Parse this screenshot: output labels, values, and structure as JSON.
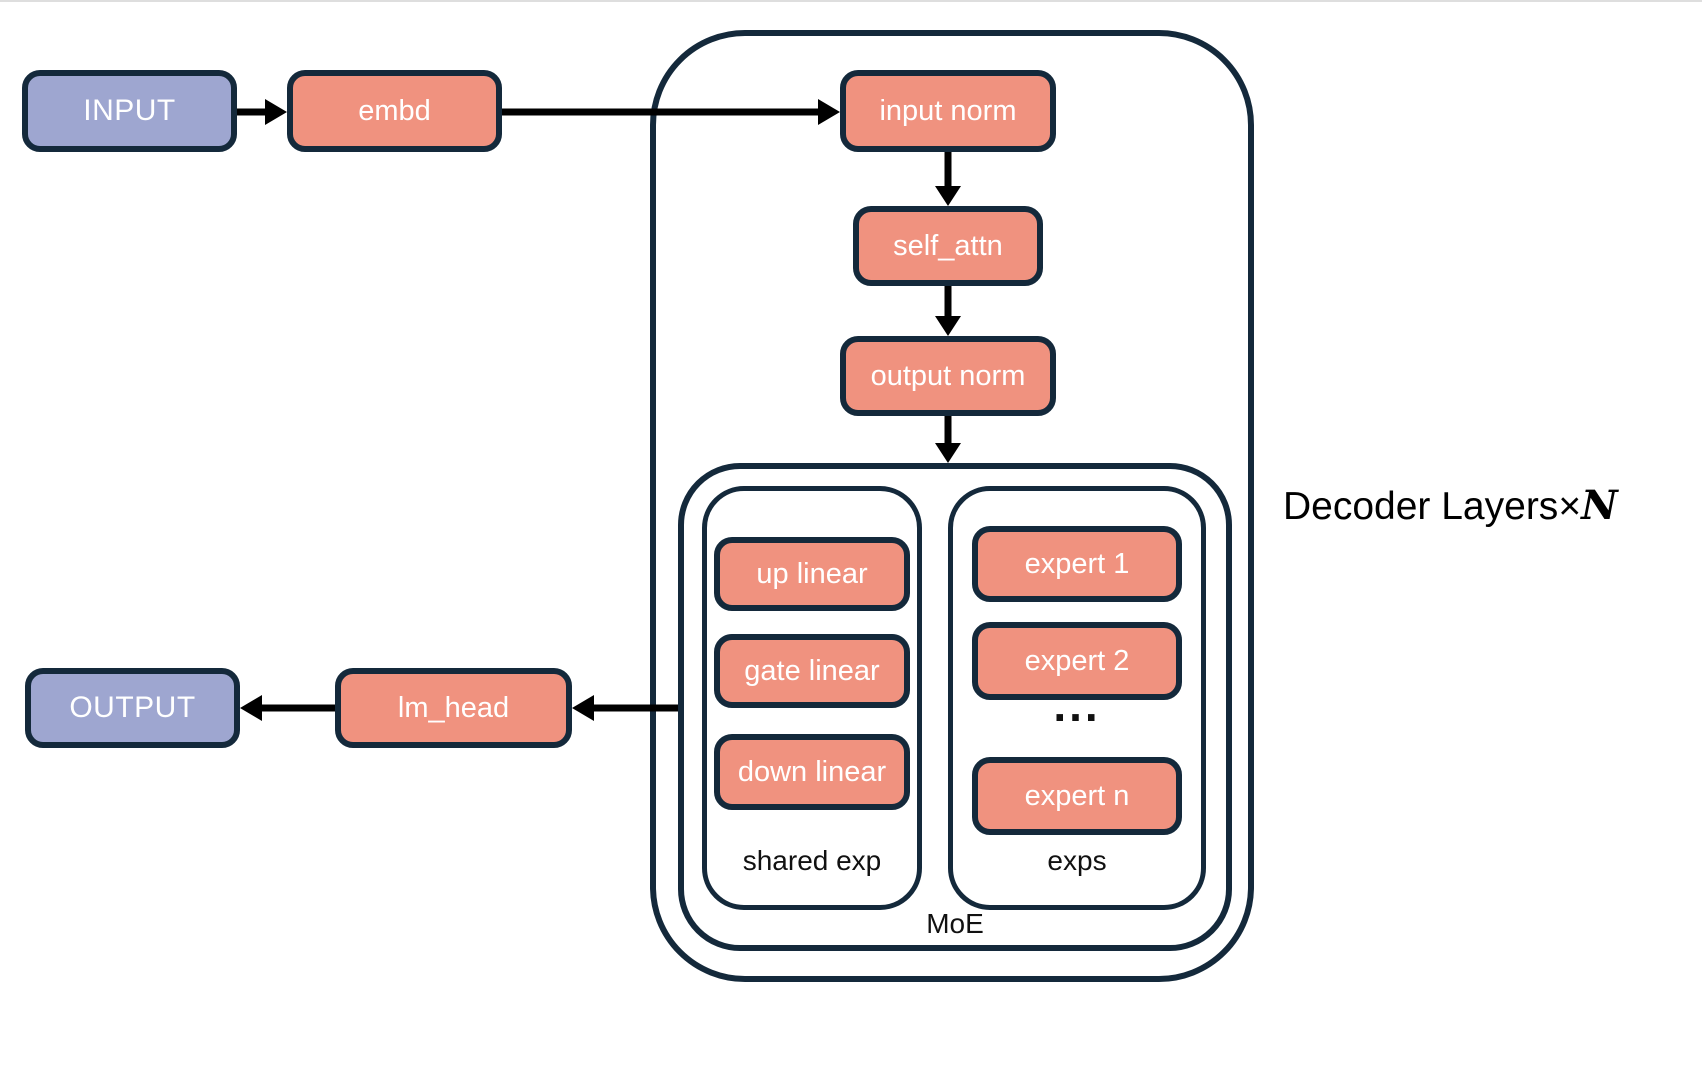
{
  "diagram": {
    "nodes": {
      "input": {
        "label": "INPUT"
      },
      "embd": {
        "label": "embd"
      },
      "input_norm": {
        "label": "input norm"
      },
      "self_attn": {
        "label": "self_attn"
      },
      "output_norm": {
        "label": "output norm"
      },
      "up_linear": {
        "label": "up linear"
      },
      "gate_linear": {
        "label": "gate linear"
      },
      "down_linear": {
        "label": "down linear"
      },
      "expert_1": {
        "label": "expert 1"
      },
      "expert_2": {
        "label": "expert 2"
      },
      "expert_n": {
        "label": "expert n"
      },
      "lm_head": {
        "label": "lm_head"
      },
      "output": {
        "label": "OUTPUT"
      }
    },
    "groups": {
      "decoder_layers": {
        "label": "Decoder Layers",
        "multiplier_symbol": "×",
        "repeat_count": "N"
      },
      "moe": {
        "label": "MoE"
      },
      "shared_exp": {
        "label": "shared exp"
      },
      "exps": {
        "label": "exps"
      }
    },
    "ellipsis": "...",
    "edges": [
      {
        "from": "INPUT",
        "to": "embd"
      },
      {
        "from": "embd",
        "to": "input norm"
      },
      {
        "from": "input norm",
        "to": "self_attn"
      },
      {
        "from": "self_attn",
        "to": "output norm"
      },
      {
        "from": "output norm",
        "to": "MoE"
      },
      {
        "from": "MoE",
        "to": "lm_head"
      },
      {
        "from": "lm_head",
        "to": "OUTPUT"
      }
    ],
    "colors": {
      "io_fill": "#9EA6D0",
      "block_fill": "#F0927F",
      "outline": "#14293B",
      "arrow": "#000000",
      "label_text": "#FFFFFF",
      "group_label_text": "#111111",
      "background": "#FFFFFF"
    }
  }
}
